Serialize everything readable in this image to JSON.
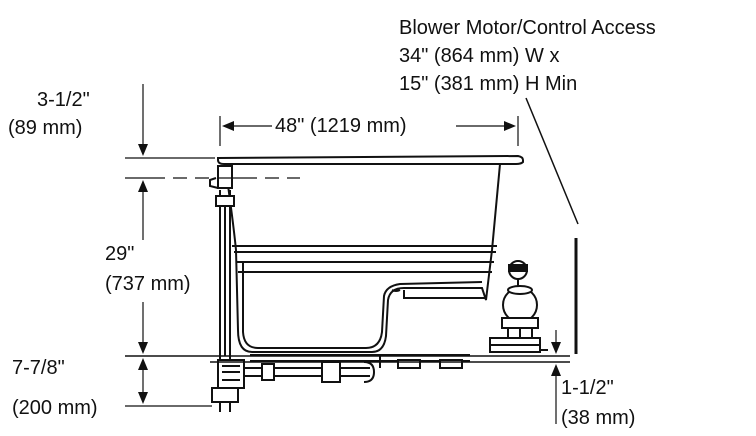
{
  "labels": {
    "blower_access": [
      "Blower Motor/Control Access",
      "34\" (864 mm) W x",
      "15\" (381 mm) H Min"
    ],
    "top_rim": [
      "3-1/2\"",
      "(89 mm)"
    ],
    "width": "48\" (1219 mm)",
    "height": [
      "29\"",
      "(737 mm)"
    ],
    "base": [
      "7-7/8\"",
      "(200 mm)"
    ],
    "floor_gap": [
      "1-1/2\"",
      "(38 mm)"
    ]
  },
  "colors": {
    "line": "#111111",
    "background": "#ffffff"
  }
}
